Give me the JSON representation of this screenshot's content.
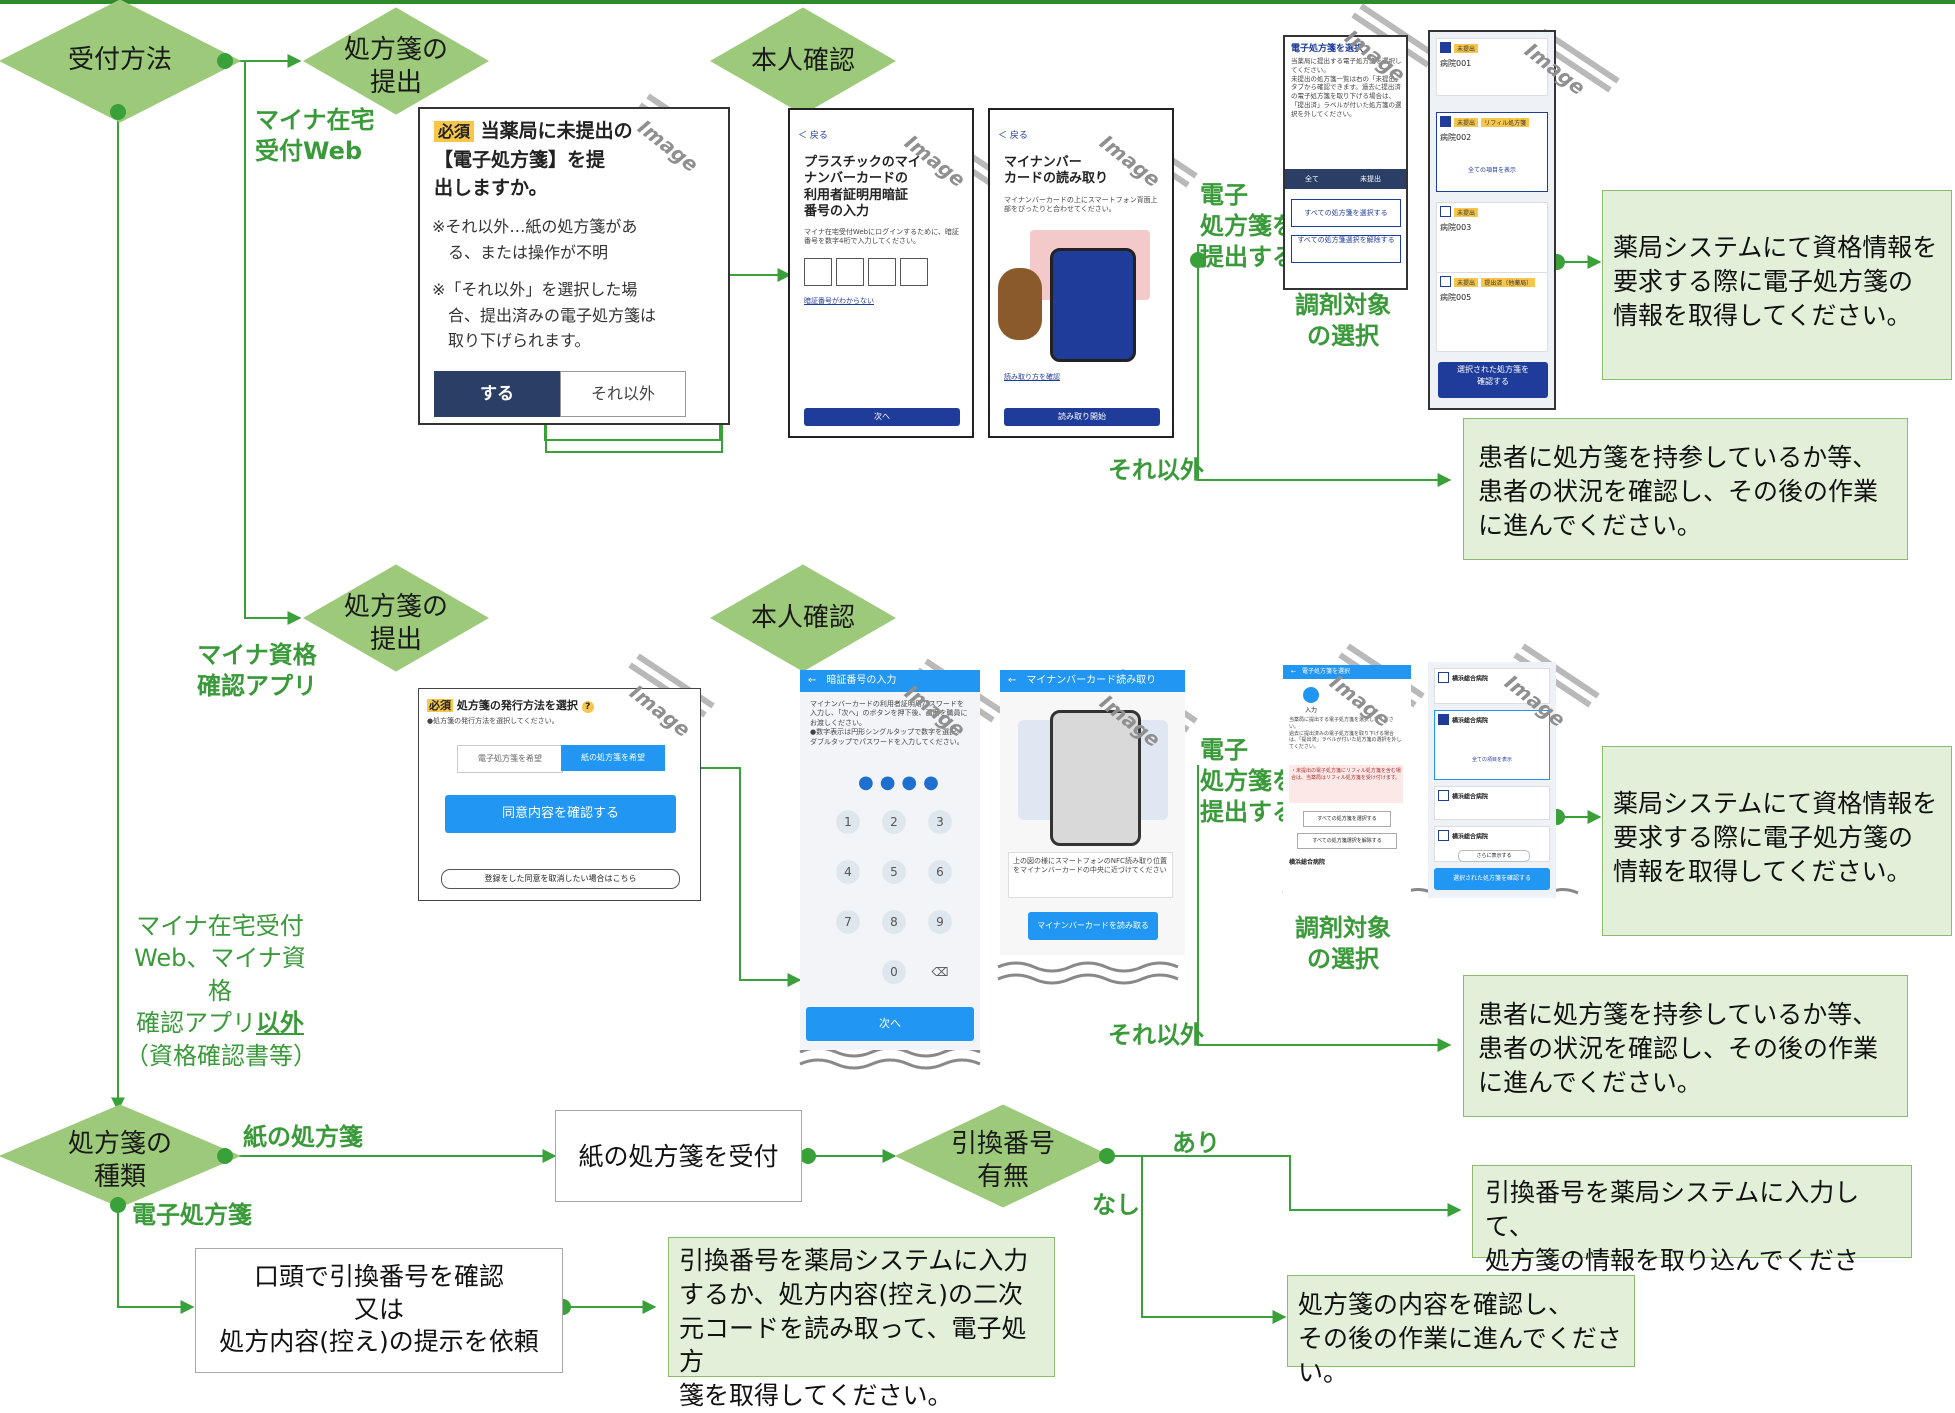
{
  "nodes": {
    "uketsuke": "受付方法",
    "shohosen_teishutsu": "処方箋の\n提出",
    "honnin_kakunin": "本人確認",
    "shohosen_shurui": "処方箋の\n種類",
    "hikae_umu": "引換番号\n有無"
  },
  "labels": {
    "mynah_web": "マイナ在宅\n受付Web",
    "mynah_app": "マイナ資格\n確認アプリ",
    "other_route": "マイナ在宅受付\nWeb、マイナ資格\n確認アプリ以外\n（資格確認書等）",
    "other_route_a": "マイナ在宅受付\nWeb、マイナ資格\n確認アプリ",
    "other_route_b": "以外",
    "other_route_c": "（資格確認書等）",
    "denshi_teishutsu": "電子\n処方箋を\n提出する",
    "sore_igai": "それ以外",
    "chozai_sentaku": "調剤対象\nの選択",
    "kami": "紙の処方箋",
    "denshi": "電子処方箋",
    "ari": "あり",
    "nashi": "なし"
  },
  "boxes": {
    "system_top": "薬局システムにて資格情報を\n要求する際に電子処方箋の\n情報を取得してください。",
    "kanja_top": "患者に処方箋を持参しているか等、\n患者の状況を確認し、その後の作業\nに進んでください。",
    "system_mid": "薬局システムにて資格情報を\n要求する際に電子処方箋の\n情報を取得してください。",
    "kanja_mid": "患者に処方箋を持参しているか等、\n患者の状況を確認し、その後の作業\nに進んでください。",
    "kami_uketsuke": "紙の処方箋を受付",
    "kotou": "口頭で引換番号を確認\n又は\n処方内容(控え)の提示を依頼",
    "denshi_shutoku": "引換番号を薬局システムに入力\nするか、処方内容(控え)の二次\n元コードを読み取って、電子処方\n箋を取得してください。",
    "hikae_nyuryoku": "引換番号を薬局システムに入力して、\n処方箋の情報を取り込んでください。",
    "naiyou_kakunin": "処方箋の内容を確認し、\nその後の作業に進んでください。"
  },
  "screens": {
    "stamp": "Image",
    "web_q": {
      "hissu": "必須",
      "title": "当薬局に未提出の\n【電子処方箋】を提\n出しますか。",
      "note1": "※それ以外…紙の処方箋があ\n　る、または操作が不明",
      "note2": "※「それ以外」を選択した場\n　合、提出済みの電子処方箋は\n　取り下げられます。",
      "btn_yes": "する",
      "btn_no": "それ以外"
    },
    "web_pin": {
      "back": "＜ 戻る",
      "title": "プラスチックのマイ\nナンバーカードの\n利用者証明用暗証\n番号の入力",
      "desc": "マイナ在宅受付Webにログインするために、暗証番号を数字4桁で入力してください。",
      "link": "暗証番号がわからない",
      "next": "次へ"
    },
    "web_read": {
      "back": "＜ 戻る",
      "title": "マイナンバー\nカードの読み取り",
      "desc": "マイナンバーカードの上にスマートフォン背面上部をぴったりと合わせてください。",
      "link": "読み取り方を確認",
      "btn": "読み取り開始"
    },
    "web_list": {
      "title": "電子処方箋を選択",
      "desc": "当薬局に提出する電子処方箋を選択してください。\n未提出の処方箋一覧は右の「未提出」タブから確認できます。過去に提出済の電子処方箋を取り下げる場合は、「提出済」ラベルが付いた処方箋の選択を外してください。",
      "tab_all": "全て",
      "tab_unsub": "未提出",
      "btn_all": "すべての処方箋を選択する",
      "btn_clear": "すべての処方箋選択を解除する"
    },
    "web_sel": {
      "items": [
        "病院001",
        "病院002",
        "病院003",
        "病院005"
      ],
      "tag": "未提出",
      "tag_refill": "リフィル処方箋",
      "tag_sub": "提出済（他薬局）",
      "show_all": "全ての項目を表示",
      "confirm": "選択された処方箋を\n確認する"
    },
    "app_q": {
      "hissu": "必須",
      "title": "処方箋の発行方法を選択",
      "sub": "●処方箋の発行方法を選択してください。",
      "opt1": "電子処方箋を希望",
      "opt2": "紙の処方箋を希望",
      "consent": "同意内容を確認する",
      "cancel": "登録をした同意を取消したい場合はこちら"
    },
    "app_pin": {
      "header": "←　暗証番号の入力",
      "desc": "マイナンバーカードの利用者証明用パスワードを入力し、「次へ」のボタンを押下後、画面を職員にお渡しください。\n●数字表示は円形シングルタップで数字を選択。ダブルタップでパスワードを入力してください。",
      "keys": [
        "1",
        "2",
        "3",
        "4",
        "5",
        "6",
        "7",
        "8",
        "9",
        "0",
        "⌫"
      ],
      "next": "次へ"
    },
    "app_read": {
      "header": "←　マイナンバーカード読み取り",
      "desc": "上の図の様にスマートフォンのNFC読み取り位置をマイナンバーカードの中央に近づけてください",
      "btn": "マイナンバーカードを読み取る"
    },
    "app_list": {
      "header": "←　電子処方箋を選択",
      "step": "入力",
      "desc": "当薬局に提出する電子処方箋を選択してください。\n過去に提出済みの電子処方箋を取り下げる場合は、「提出済」ラベルが付いた処方箋の選択を外してください。",
      "warn": "・未提出の電子処方箋にリフィル処方箋を含む場合は、当薬局はリフィル処方箋を受け付けます。",
      "btn_all": "すべての処方箋を選択する",
      "btn_clear": "すべての処方箋選択を解除する",
      "hosp": "横浜総合病院"
    },
    "app_sel": {
      "hosp": "横浜総合病院",
      "show_all": "全ての項目を表示",
      "more": "さらに表示する",
      "confirm": "選択された処方箋を確認する"
    }
  },
  "colors": {
    "diamond": "#9cca7a",
    "box_fill": "#e2efd9",
    "box_border": "#8dba6c",
    "line": "#3aa13a",
    "label_green": "#3a9a3a",
    "navy": "#1f3c9a",
    "blue": "#2196f3"
  }
}
